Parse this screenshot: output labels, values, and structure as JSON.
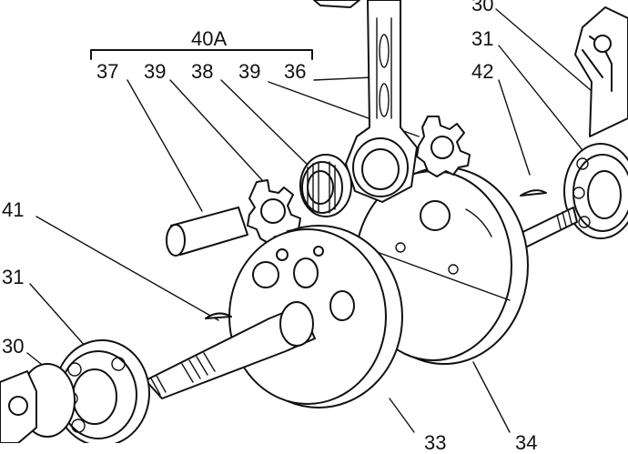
{
  "labels": {
    "l40a": "40A",
    "l37": "37",
    "l39a": "39",
    "l38": "38",
    "l39b": "39",
    "l36": "36",
    "l30top": "30",
    "l31top": "31",
    "l42": "42",
    "l41": "41",
    "l31left": "31",
    "l30left": "30",
    "l33bottom": "33",
    "l34bottom": "34"
  }
}
